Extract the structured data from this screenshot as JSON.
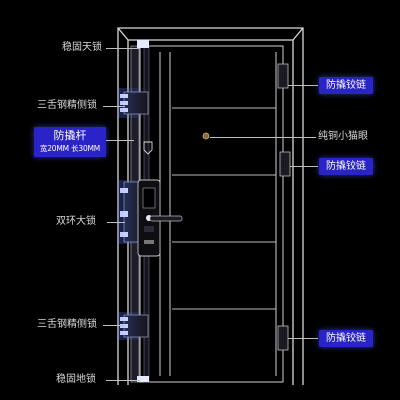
{
  "labels_left": {
    "top_lock": "稳固天锁",
    "triple_tongue_top": "三舌钢精侧锁",
    "rod_title": "防撬杆",
    "rod_spec": "宽20MM 长30MM",
    "double_ring": "双环大锁",
    "triple_tongue_bottom": "三舌钢精侧锁",
    "floor_lock": "稳固地锁"
  },
  "labels_right": {
    "hinge_top": "防撬铰链",
    "peephole": "纯铜小猫眼",
    "hinge_mid": "防撬铰链",
    "hinge_bottom": "防撬铰链"
  },
  "colors": {
    "background": "#000000",
    "badge": "#2a24c8",
    "line": "#bfbfbf",
    "door_outline": "#d9d9d9"
  }
}
